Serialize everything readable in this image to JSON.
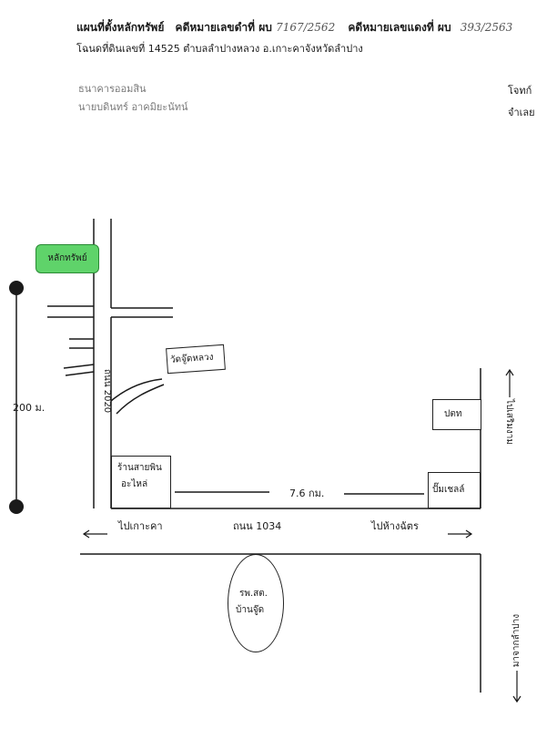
{
  "header": {
    "title_prefix": "แผนที่ตั้งหลักทรัพย์",
    "black_case_label": "คดีหมายเลขดำที่ ผบ",
    "black_case_no": "7167/2562",
    "red_case_label": "คดีหมายเลขแดงที่ ผบ",
    "red_case_no": "393/2563",
    "deed_line_prefix": "โฉนดที่ดินเลขที่ 14525 ตำบลลำปางหลวง อ.เกาะคา",
    "province": "จังหวัดลำปาง"
  },
  "parties": {
    "plaintiff": "ธนาคารออมสิน",
    "defendant": "นายบดินทร์ อาคมิยะนัทน์",
    "plaintiff_role": "โจทก์",
    "defendant_role": "จำเลย"
  },
  "map": {
    "property_marker": "หลักทรัพย์",
    "temple": "วัดจู๊ดหลวง",
    "road_2020": "ถนน 2020",
    "distance_200": "200 ม.",
    "shop_line1": "ร้านสายพิน",
    "shop_line2": "อะไหล่",
    "distance_76": "7.6 กม.",
    "ptt": "ปตท",
    "shell": "ปั๊มเชลล์",
    "to_ko_kha": "ไปเกาะคา",
    "road_1034": "ถนน 1034",
    "to_hang_chat": "ไปห้างฉัตร",
    "hospital_line1": "รพ.สต.",
    "hospital_line2": "บ้านจู๊ด",
    "to_serm_ngam": "ไปเสริมงาม",
    "from_lampang": "มาจากลำปาง"
  },
  "colors": {
    "marker_fill": "#5fd36a",
    "ink": "#1a1a1a"
  }
}
